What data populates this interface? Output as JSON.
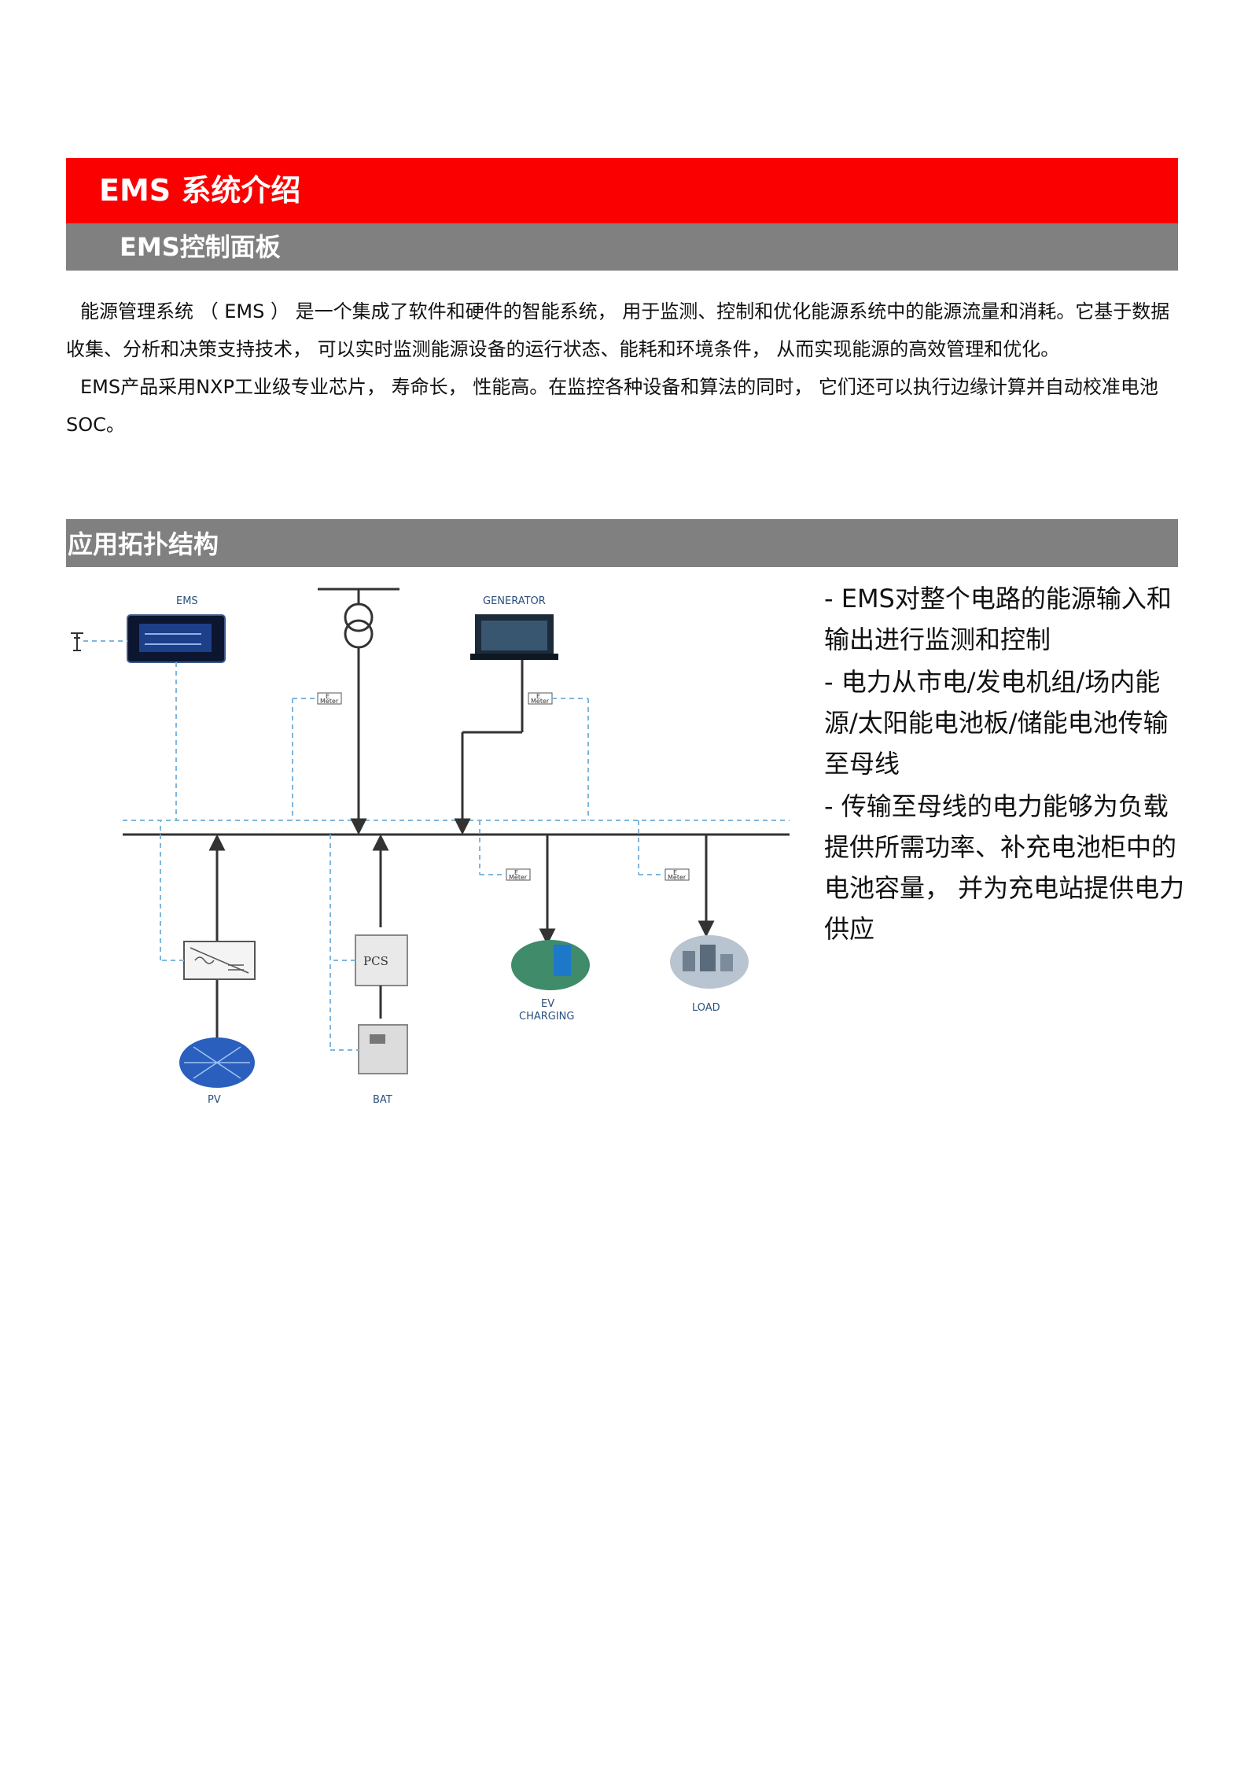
{
  "header": {
    "title": "EMS 系统介绍",
    "subtitle": "EMS控制面板"
  },
  "intro": {
    "p1": "能源管理系统 （ EMS ） 是一个集成了软件和硬件的智能系统， 用于监测、控制和优化能源系统中的能源流量和消耗。它基于数据收集、分析和决策支持技术， 可以实时监测能源设备的运行状态、能耗和环境条件， 从而实现能源的高效管理和优化。",
    "p2": "EMS产品采用NXP工业级专业芯片， 寿命长， 性能高。在监控各种设备和算法的同时， 它们还可以执行边缘计算并自动校准电池SOC。"
  },
  "section2": {
    "title": "应用拓扑结构"
  },
  "diagram": {
    "ems": "EMS",
    "generator": "GENERATOR",
    "pv": "PV",
    "bat": "BAT",
    "pcs": "PCS",
    "ev1": "EV",
    "ev2": "CHARGING",
    "load": "LOAD",
    "meter": "Meter",
    "meter_e": "E"
  },
  "bullets": [
    "- EMS对整个电路的能源输入和输出进行监测和控制",
    "- 电力从市电/发电机组/场内能源/太阳能电池板/储能电池传输至母线",
    "- 传输至母线的电力能够为负载提供所需功率、补充电池柜中的电池容量， 并为充电站提供电力供应"
  ]
}
